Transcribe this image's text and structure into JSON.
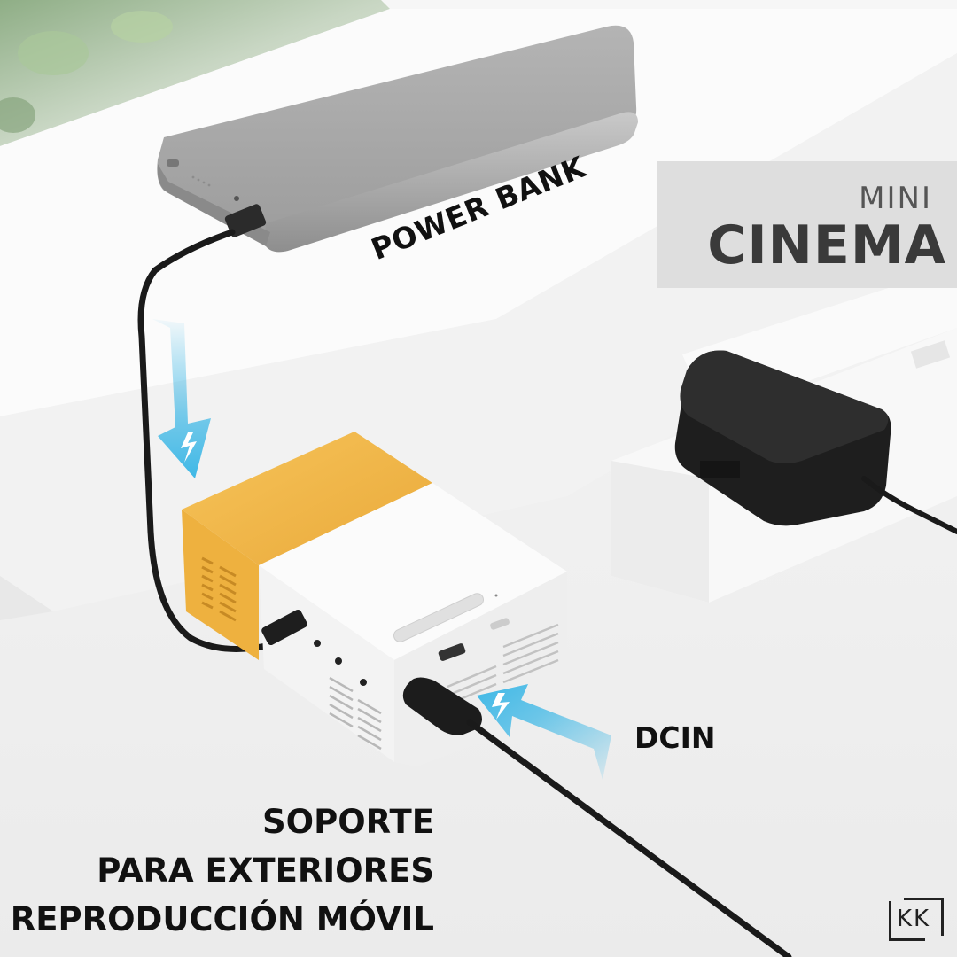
{
  "brand": {
    "title_small": "MINI",
    "title_large": "CINEMA",
    "logo_text": "KK"
  },
  "labels": {
    "power_bank": "POWER BANK",
    "dc_in": "DCIN"
  },
  "features": [
    "SOPORTE",
    "PARA EXTERIORES",
    "REPRODUCCIÓN MÓVIL"
  ],
  "colors": {
    "projector_yellow": "#f2b845",
    "projector_white": "#fafafa",
    "arrow_blue": "#3fb8e6",
    "adapter_black": "#1e1e1e",
    "powerbank_gray": "#a8a8a8",
    "text_dark": "#111111"
  }
}
